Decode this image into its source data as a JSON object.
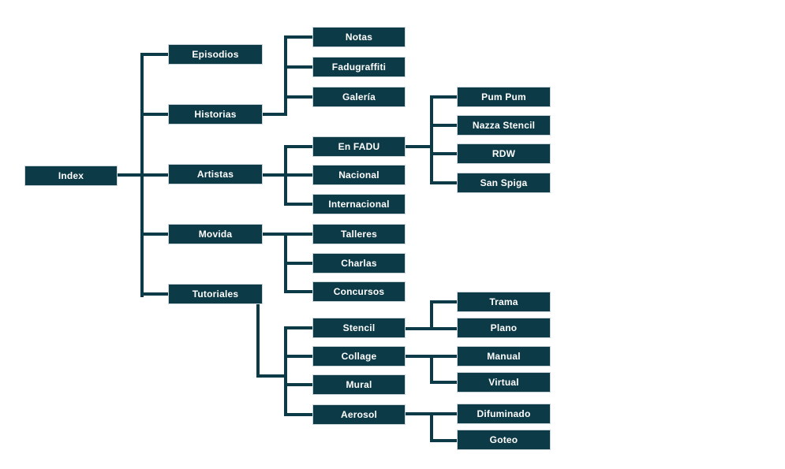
{
  "diagram": {
    "type": "sitemap-tree",
    "root_label": "Index",
    "colors": {
      "node_fill": "#0d3a47",
      "node_border": "#ccd6da",
      "label": "#ffffff",
      "connector": "#0d3a47",
      "background": "#ffffff"
    },
    "nodes": {
      "index": {
        "label": "Index",
        "parent": null
      },
      "episodios": {
        "label": "Episodios",
        "parent": "index"
      },
      "historias": {
        "label": "Historias",
        "parent": "index"
      },
      "artistas": {
        "label": "Artistas",
        "parent": "index"
      },
      "movida": {
        "label": "Movida",
        "parent": "index"
      },
      "tutoriales": {
        "label": "Tutoriales",
        "parent": "index"
      },
      "notas": {
        "label": "Notas",
        "parent": "historias"
      },
      "fadugraffiti": {
        "label": "Fadugraffiti",
        "parent": "historias"
      },
      "galeria": {
        "label": "Galería",
        "parent": "historias"
      },
      "en_fadu": {
        "label": "En FADU",
        "parent": "artistas"
      },
      "nacional": {
        "label": "Nacional",
        "parent": "artistas"
      },
      "internacional": {
        "label": "Internacional",
        "parent": "artistas"
      },
      "pum_pum": {
        "label": "Pum Pum",
        "parent": "en_fadu"
      },
      "nazza_stencil": {
        "label": "Nazza Stencil",
        "parent": "en_fadu"
      },
      "rdw": {
        "label": "RDW",
        "parent": "en_fadu"
      },
      "san_spiga": {
        "label": "San Spiga",
        "parent": "en_fadu"
      },
      "talleres": {
        "label": "Talleres",
        "parent": "movida"
      },
      "charlas": {
        "label": "Charlas",
        "parent": "movida"
      },
      "concursos": {
        "label": "Concursos",
        "parent": "movida"
      },
      "stencil": {
        "label": "Stencil",
        "parent": "tutoriales"
      },
      "collage": {
        "label": "Collage",
        "parent": "tutoriales"
      },
      "mural": {
        "label": "Mural",
        "parent": "tutoriales"
      },
      "aerosol": {
        "label": "Aerosol",
        "parent": "tutoriales"
      },
      "trama": {
        "label": "Trama",
        "parent": "stencil"
      },
      "plano": {
        "label": "Plano",
        "parent": "stencil"
      },
      "manual": {
        "label": "Manual",
        "parent": "collage"
      },
      "virtual": {
        "label": "Virtual",
        "parent": "collage"
      },
      "difuminado": {
        "label": "Difuminado",
        "parent": "aerosol"
      },
      "goteo": {
        "label": "Goteo",
        "parent": "aerosol"
      }
    }
  }
}
